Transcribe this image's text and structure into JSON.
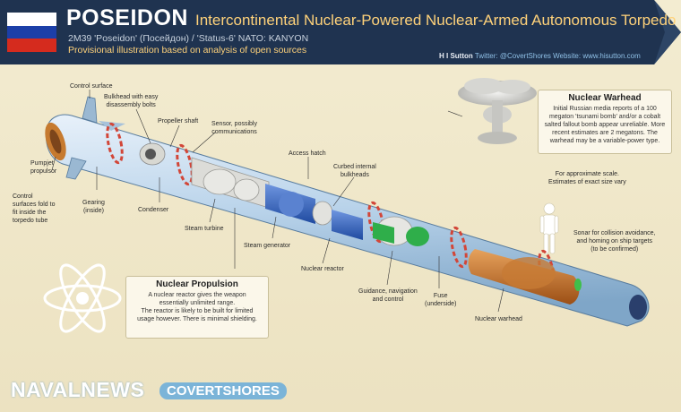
{
  "header": {
    "title": "POSEIDON",
    "subtitle": "Intercontinental Nuclear-Powered Nuclear-Armed Autonomous Torpedo",
    "line2": "2M39 'Poseidon' (Посейдон) / 'Status-6' NATO: KANYON",
    "line3": "Provisional illustration based on analysis of open sources",
    "author": "H I Sutton",
    "credit_rest": "Twitter: @CovertShores Website: www.hisutton.com",
    "flag_colors": [
      "#ffffff",
      "#1c3fa8",
      "#d52b1e"
    ],
    "band_color": "#1f3350",
    "accent": "#ffd27a"
  },
  "labels": {
    "control_surface": "Control surface",
    "bulkhead_bolts": "Bulkhead with easy\ndisassembly bolts",
    "propeller_shaft": "Propeller shaft",
    "sensor": "Sensor, possibly\ncommunications",
    "access_hatch": "Access hatch",
    "curbed_bulkheads": "Curbed internal\nbulkheads",
    "pumpjet": "Pumpjet\npropulsor",
    "control_fold": "Control\nsurfaces fold to\nfit inside the\ntorpedo tube",
    "gearing": "Gearing\n(inside)",
    "condenser": "Condenser",
    "steam_turbine": "Steam turbine",
    "steam_generator": "Steam generator",
    "nuclear_reactor": "Nuclear reactor",
    "guidance": "Guidance, navigation\nand control",
    "fuse": "Fuse\n(underside)",
    "nuclear_warhead": "Nuclear warhead",
    "scale": "For approximate scale.\nEstimates of exact size vary",
    "sonar": "Sonar for collision avoidance,\nand homing on ship targets\n(to be confirmed)"
  },
  "warhead_box": {
    "title": "Nuclear Warhead",
    "text": "Initial Russian media reports of a 100\nmegaton 'tsunami bomb' and/or a cobalt\nsalted fallout bomb appear unreliable. More\nrecent estimates are 2 megatons. The\nwarhead may be a variable-power type."
  },
  "propulsion_box": {
    "title": "Nuclear Propulsion",
    "text": "A nuclear reactor gives the weapon\nessentially unlimited range.\nThe reactor is likely to be built for limited\nusage however. There is minimal shielding."
  },
  "logos": {
    "navalnews": "NAVALNEWS",
    "covertshores": "COVERTSHORES"
  }
}
